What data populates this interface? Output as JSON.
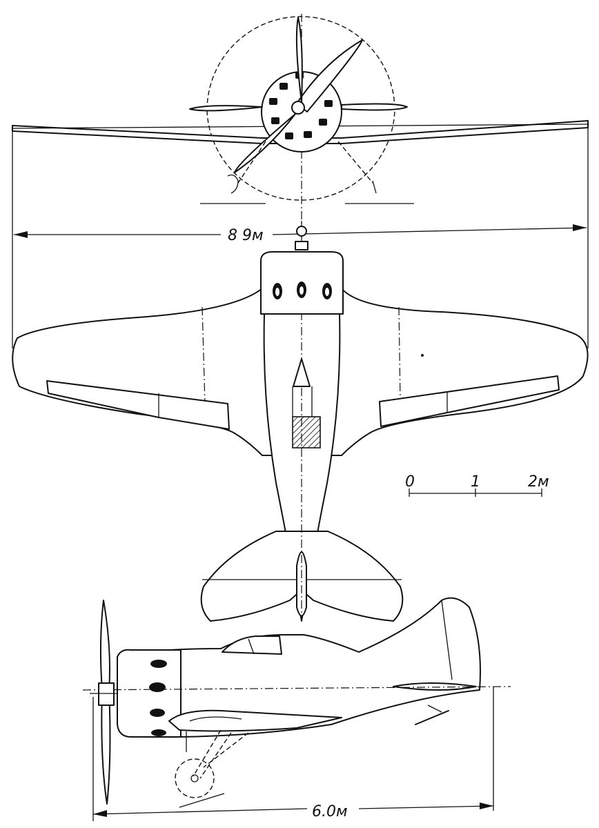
{
  "dimensions": {
    "wingspan": "8 9м",
    "length": "6.0м"
  },
  "scale_bar": {
    "ticks": [
      "0",
      "1",
      "2м"
    ]
  }
}
